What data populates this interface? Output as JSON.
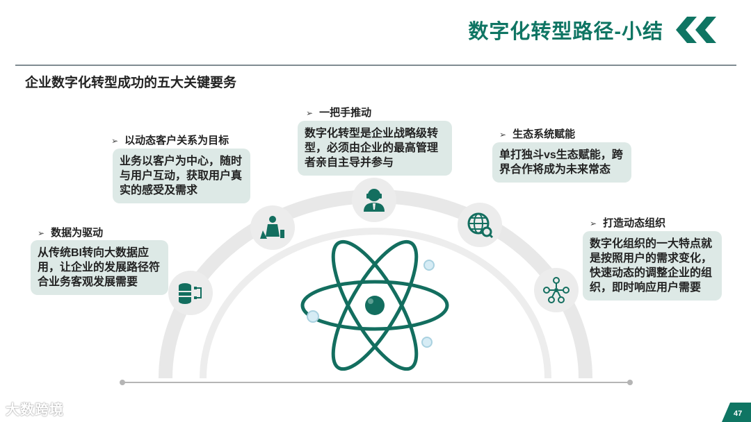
{
  "header": {
    "title": "数字化转型路径-小结",
    "chevron_icon": "double-chevron-left-icon"
  },
  "subtitle": "企业数字化转型成功的五大关键要务",
  "items": [
    {
      "heading": "数据为驱动",
      "text": "从传统BI转向大数据应用，让企业的发展路径符合业务客观发展需要",
      "icon": "database-flow-icon"
    },
    {
      "heading": "以动态客户关系为目标",
      "text": "业务以客户为中心，随时与用户互动，获取用户真实的感受及需求",
      "icon": "customer-walking-icon"
    },
    {
      "heading": "一把手推动",
      "text": "数字化转型是企业战略级转型，必须由企业的最高管理者亲自主导并参与",
      "icon": "leader-icon"
    },
    {
      "heading": "生态系统赋能",
      "text": "单打独斗vs生态赋能，跨界合作将成为未来常态",
      "icon": "globe-network-icon"
    },
    {
      "heading": "打造动态组织",
      "text": "数字化组织的一大特点就是按照用户的需求变化，快速动态的调整企业的组织，即时响应用户需要",
      "icon": "organization-chart-icon"
    }
  ],
  "center_icon": "atom-icon",
  "watermark": "大数跨境",
  "page_number": "47",
  "colors": {
    "accent": "#0f7563",
    "card_bg": "#dde9e6",
    "node_bg": "#ececec"
  }
}
